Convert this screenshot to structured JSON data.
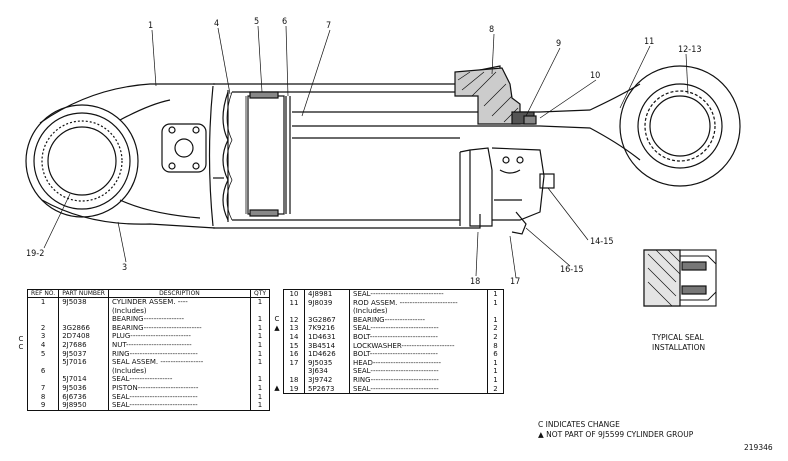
{
  "callouts": {
    "c1": "1",
    "c4": "4",
    "c5": "5",
    "c6": "6",
    "c7": "7",
    "c8": "8",
    "c9": "9",
    "c10": "10",
    "c11": "11",
    "c12_13": "12-13",
    "c19_2": "19-2",
    "c3": "3",
    "c14_15": "14-15",
    "c16_15": "16-15",
    "c18": "18",
    "c17": "17"
  },
  "table_left": {
    "headers": {
      "ref": "REF NO.",
      "part": "PART NUMBER",
      "desc": "DESCRIPTION",
      "qty": "QTY"
    },
    "rows": [
      {
        "ref": "1",
        "part": "9J5038",
        "desc": "CYLINDER ASSEM. ----",
        "qty": "1"
      },
      {
        "ref": "",
        "part": "",
        "desc": "(Includes)",
        "qty": ""
      },
      {
        "ref": "",
        "part": "",
        "desc": "BEARING----------------",
        "qty": "1"
      },
      {
        "ref": "2",
        "part": "3G2866",
        "desc": "BEARING-----------------------",
        "qty": "1"
      },
      {
        "ref": "3",
        "part": "2D7408",
        "desc": "PLUG------------------------",
        "qty": "1"
      },
      {
        "ref": "4",
        "part": "2J7686",
        "desc": "NUT--------------------------",
        "qty": "1"
      },
      {
        "ref": "5",
        "part": "9J5037",
        "desc": "RING---------------------------",
        "qty": "1"
      },
      {
        "ref": "",
        "part": "5J7016",
        "desc": "SEAL ASSEM. -----------------",
        "qty": "1"
      },
      {
        "ref": "6",
        "part": "",
        "desc": "(Includes)",
        "qty": ""
      },
      {
        "ref": "",
        "part": "5J7014",
        "desc": "SEAL-----------------",
        "qty": "1"
      },
      {
        "ref": "7",
        "part": "9J5036",
        "desc": "PISTON------------------------",
        "qty": "1"
      },
      {
        "ref": "8",
        "part": "6J6736",
        "desc": "SEAL---------------------------",
        "qty": "1"
      },
      {
        "ref": "9",
        "part": "9J8950",
        "desc": "SEAL---------------------------",
        "qty": "1"
      }
    ],
    "margin_marks": [
      "C",
      "C"
    ]
  },
  "table_right": {
    "rows": [
      {
        "ref": "10",
        "part": "4J8981",
        "desc": "SEAL-----------------------------",
        "qty": "1"
      },
      {
        "ref": "11",
        "part": "9J8039",
        "desc": "ROD ASSEM. -----------------------",
        "qty": "1"
      },
      {
        "ref": "",
        "part": "",
        "desc": "(Includes)",
        "qty": ""
      },
      {
        "ref": "12",
        "part": "3G2867",
        "desc": "BEARING----------------",
        "qty": "1"
      },
      {
        "ref": "13",
        "part": "7K9216",
        "desc": "SEAL---------------------------",
        "qty": "2"
      },
      {
        "ref": "14",
        "part": "1D4631",
        "desc": "BOLT---------------------------",
        "qty": "2"
      },
      {
        "ref": "15",
        "part": "3B4514",
        "desc": "LOCKWASHER---------------------",
        "qty": "8"
      },
      {
        "ref": "16",
        "part": "1D4626",
        "desc": "BOLT---------------------------",
        "qty": "6"
      },
      {
        "ref": "17",
        "part": "9J5035",
        "desc": "HEAD---------------------------",
        "qty": "1"
      },
      {
        "ref": "",
        "part": "3J634",
        "desc": "SEAL---------------------------",
        "qty": "1"
      },
      {
        "ref": "18",
        "part": "3J9742",
        "desc": "RING---------------------------",
        "qty": "1"
      },
      {
        "ref": "19",
        "part": "5P2673",
        "desc": "SEAL---------------------------",
        "qty": "2"
      }
    ],
    "margin_marks": {
      "row12": "C",
      "row13": "▲",
      "row19": "▲"
    }
  },
  "seal_caption": {
    "line1": "TYPICAL SEAL",
    "line2": "INSTALLATION"
  },
  "notes": {
    "change": "C INDICATES CHANGE",
    "not_part": "▲ NOT PART OF 9J5599 CYLINDER GROUP"
  },
  "figure_number": "219346"
}
